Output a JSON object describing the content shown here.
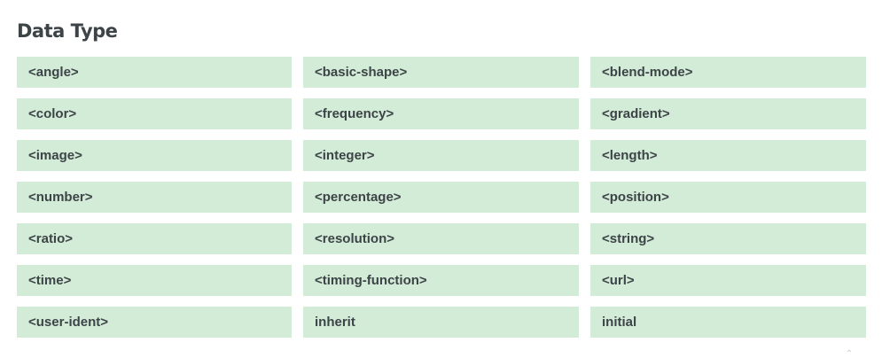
{
  "section": {
    "title": "Data Type"
  },
  "grid": {
    "items": [
      "<angle>",
      "<basic-shape>",
      "<blend-mode>",
      "<color>",
      "<frequency>",
      "<gradient>",
      "<image>",
      "<integer>",
      "<length>",
      "<number>",
      "<percentage>",
      "<position>",
      "<ratio>",
      "<resolution>",
      "<string>",
      "<time>",
      "<timing-function>",
      "<url>",
      "<user-ident>",
      "inherit",
      "initial"
    ]
  },
  "colors": {
    "cell_background": "#d3ecd7",
    "text": "#3d4448"
  },
  "icons": {
    "scroll_top": "chevron-up-icon"
  }
}
